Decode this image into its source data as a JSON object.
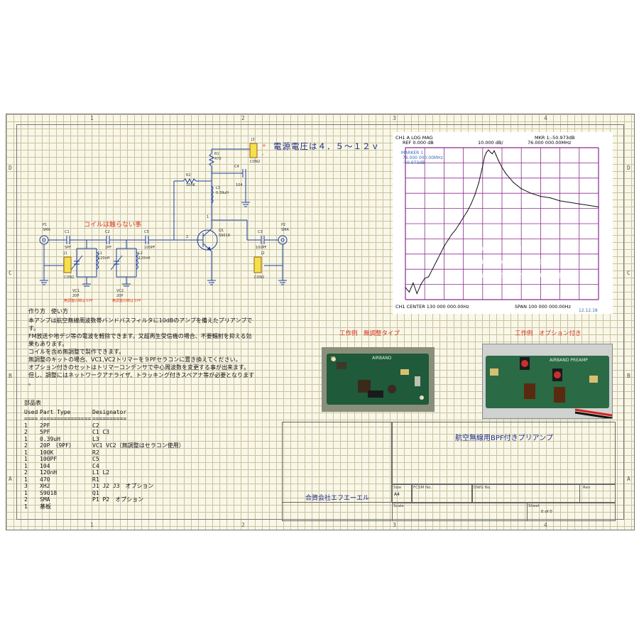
{
  "schematic": {
    "power_note": "電源電圧は４．５～１２ｖ",
    "coil_note": "コイルは触らない事",
    "trim_note": "無調整の時は９PF",
    "labels": {
      "P1": "P1",
      "P1_type": "SMA",
      "P2": "P2",
      "P2_type": "SMA",
      "J1": "J1",
      "J2": "J2",
      "J3": "J3",
      "CON2": "CON2",
      "C1": "C1",
      "C1v": "5PF",
      "C2": "C2",
      "C2v": "2PF",
      "C3": "C3",
      "C3v": "100PF",
      "C4": "C4",
      "C4v": "104",
      "C5": "C5",
      "C5v": "100PF",
      "R1": "R1",
      "R1v": "470",
      "R2": "R2",
      "R2v": "100K",
      "L1": "L1",
      "L1v": "120nH",
      "L2": "L2",
      "L2v": "120nH",
      "L3": "L3",
      "L3v": "0.39uH",
      "Q1": "Q1",
      "Q1v": "S9018",
      "VC1": "VC1",
      "VC1v": "20P",
      "VC2": "VC2",
      "VC2v": "20P",
      "pin1": "1",
      "pin2": "2"
    }
  },
  "analyzer": {
    "header_left": "CH1 A  LOG MAG",
    "header_ref": "REF 0.000 dB",
    "header_scale": "10.000 dB/",
    "header_mkr": "MKR  1:-50.973dB",
    "header_mkr_freq": "76.000 000.00MHz",
    "marker_label": "MARKER 1",
    "marker_freq": "76.000 000.00MHz",
    "marker_val": "-50.973dB",
    "footer_center": "CH1 CENTER 130 000 000.00Hz",
    "footer_span": "SPAN 100 000 000.00Hz",
    "date": "12.12.18",
    "note1": "TGのレベルは-20dB",
    "note2": "AIRBANDのゲインは10dB",
    "note3": "FM放送の76MHzで40dB減衰を確認",
    "grid_color": "#8b2a8f",
    "trace_color": "#111111"
  },
  "chart_data": {
    "type": "line",
    "title": "",
    "xlabel": "",
    "ylabel": "",
    "xlim": [
      80,
      180
    ],
    "ylim": [
      -100,
      0
    ],
    "x_unit": "MHz",
    "y_unit": "dB",
    "series": [
      {
        "name": "",
        "x": [
          80,
          82,
          84,
          86,
          88,
          90,
          92,
          94,
          96,
          98,
          100,
          102,
          104,
          106,
          108,
          110,
          112,
          114,
          116,
          118,
          120,
          121,
          122,
          123,
          124,
          125,
          126,
          127,
          128,
          130,
          132,
          134,
          136,
          138,
          140,
          145,
          150,
          155,
          160,
          165,
          170,
          175,
          180
        ],
        "y": [
          -92,
          -95,
          -89,
          -96,
          -90,
          -86,
          -85,
          -80,
          -75,
          -70,
          -65,
          -61,
          -57,
          -54,
          -50,
          -46,
          -42,
          -37,
          -31,
          -23,
          -12,
          -6,
          -3,
          -1.5,
          -3,
          -4,
          -2,
          -5,
          -8,
          -13,
          -17,
          -20,
          -23,
          -25,
          -27,
          -30,
          -32,
          -33,
          -35,
          -36,
          -37,
          -38,
          -39
        ]
      }
    ]
  },
  "instructions": {
    "heading": "作り方　使い方",
    "lines": [
      "本アンプは航空無線周波数帯バンドパスフィルタに10dBのアンプを備えたプリアンプで",
      "す。",
      "FM放送や地デジ等の電波を軽除できます。又超再生受信機の場合、不要輻射を抑える効",
      "果もあります。",
      "コイルを含め無調整で製作できます。",
      "無調整のキットの場合、VC1,VC2トリマーを９PFセラコンに置き換えてください。",
      "オプション付きのセットはトリマーコンデンサで中心周波数を変更する事が出来ます。",
      "但し、調整にはネットワークアナライザ、トラッキング付きスペアナ等が必要となります",
      "。"
    ]
  },
  "bom": {
    "heading": "部品表",
    "columns": [
      "Used",
      "Part Type",
      "Designator"
    ],
    "separator": [
      "====",
      "===============",
      "=========="
    ],
    "rows": [
      [
        "1",
        "2PF",
        "C2"
      ],
      [
        "2",
        "5PF",
        "C1 C3"
      ],
      [
        "1",
        "0.39uH",
        "L3"
      ],
      [
        "2",
        "20P　（9PF）",
        "VC1 VC2（無調整はセラコン使用）"
      ],
      [
        "1",
        "100K",
        "R2"
      ],
      [
        "1",
        "100PF",
        "C5"
      ],
      [
        "1",
        "104",
        "C4"
      ],
      [
        "2",
        "120nH",
        "L1 L2"
      ],
      [
        "1",
        "470",
        "R1"
      ],
      [
        "3",
        "XH2",
        "J1 J2 J3　オプション"
      ],
      [
        "1",
        "S9018",
        "Q1"
      ],
      [
        "2",
        "SMA",
        "P1 P2　オプション"
      ],
      [
        "1",
        "基板",
        ""
      ]
    ]
  },
  "photos": {
    "caption_left": "工作例　無調整タイプ",
    "caption_right": "工作例　オプション付き",
    "board_label_left": "AIRBAND",
    "board_label_right": "AIRBAND PREAMP"
  },
  "title_block": {
    "title": "航空無線用BPF付きプリアンプ",
    "company": "合資会社エフエーエル",
    "size_label": "Size",
    "size_value": "A4",
    "fcsm_label": "FCSM No.",
    "dwg_label": "DWG No.",
    "rev_label": "Rev",
    "scale_label": "Scale",
    "sheet_label": "Sheet",
    "sheet_value": "0 of 0"
  },
  "rulers": {
    "top": [
      "1",
      "2",
      "3",
      "4"
    ],
    "side": [
      "D",
      "C",
      "B",
      "A"
    ]
  }
}
